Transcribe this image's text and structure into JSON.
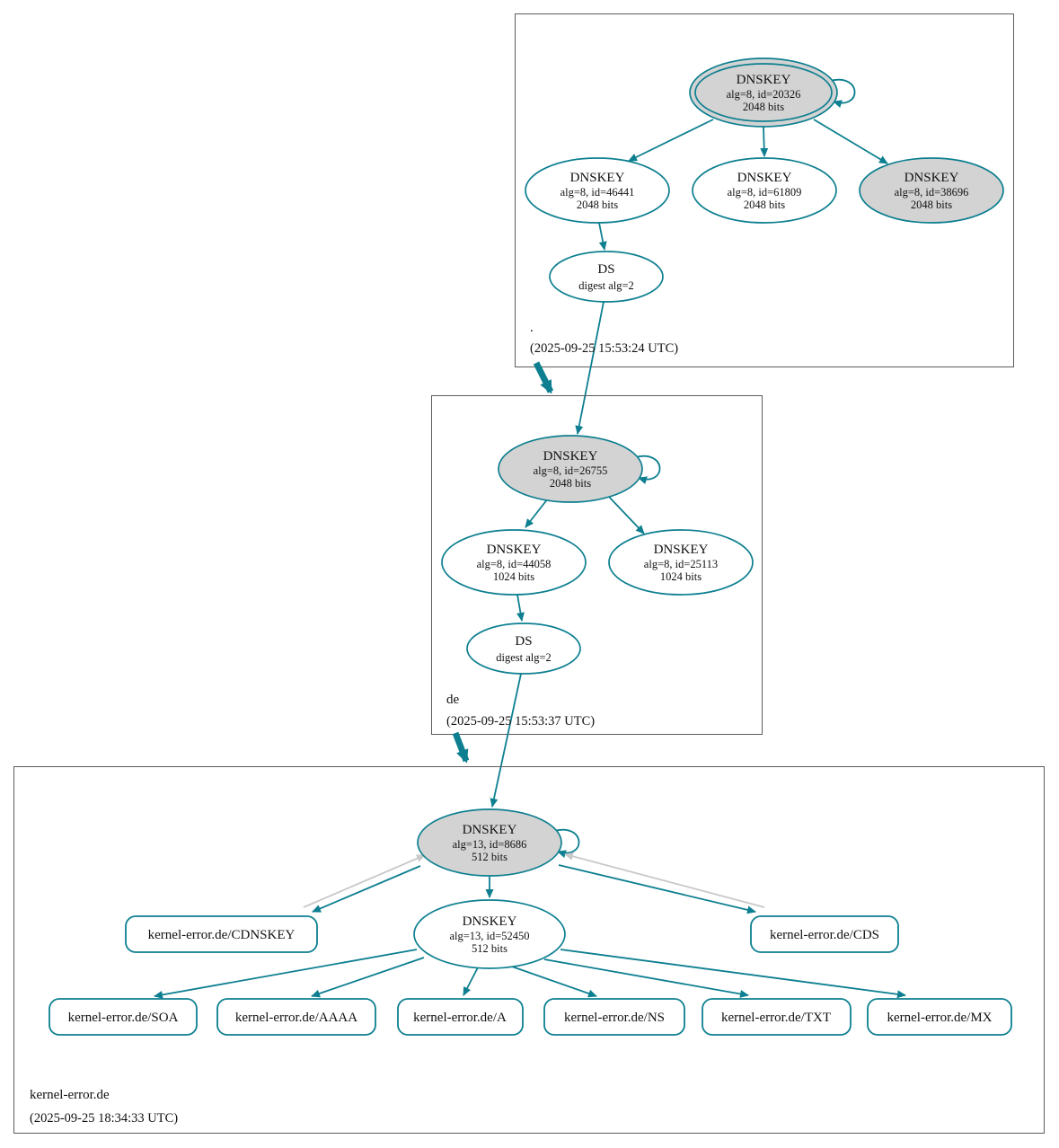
{
  "colors": {
    "accent": "#0d7f90",
    "node_fill_gray": "#d3d3d3",
    "gray_arrow": "#c9c9c9",
    "border": "#5c5c5c"
  },
  "zones": [
    {
      "label": ".",
      "timestamp": "(2025-09-25 15:53:24 UTC)",
      "ksk": {
        "title": "DNSKEY",
        "detail": "alg=8, id=20326",
        "bits": "2048 bits"
      },
      "keys": [
        {
          "title": "DNSKEY",
          "detail": "alg=8, id=46441",
          "bits": "2048 bits"
        },
        {
          "title": "DNSKEY",
          "detail": "alg=8, id=61809",
          "bits": "2048 bits"
        },
        {
          "title": "DNSKEY",
          "detail": "alg=8, id=38696",
          "bits": "2048 bits"
        }
      ],
      "ds": {
        "title": "DS",
        "detail": "digest alg=2"
      }
    },
    {
      "label": "de",
      "timestamp": "(2025-09-25 15:53:37 UTC)",
      "ksk": {
        "title": "DNSKEY",
        "detail": "alg=8, id=26755",
        "bits": "2048 bits"
      },
      "keys": [
        {
          "title": "DNSKEY",
          "detail": "alg=8, id=44058",
          "bits": "1024 bits"
        },
        {
          "title": "DNSKEY",
          "detail": "alg=8, id=25113",
          "bits": "1024 bits"
        }
      ],
      "ds": {
        "title": "DS",
        "detail": "digest alg=2"
      }
    },
    {
      "label": "kernel-error.de",
      "timestamp": "(2025-09-25 18:34:33 UTC)",
      "ksk": {
        "title": "DNSKEY",
        "detail": "alg=13, id=8686",
        "bits": "512 bits"
      },
      "zsk": {
        "title": "DNSKEY",
        "detail": "alg=13, id=52450",
        "bits": "512 bits"
      },
      "cdnskey": "kernel-error.de/CDNSKEY",
      "cds": "kernel-error.de/CDS",
      "rrsets": [
        "kernel-error.de/SOA",
        "kernel-error.de/AAAA",
        "kernel-error.de/A",
        "kernel-error.de/NS",
        "kernel-error.de/TXT",
        "kernel-error.de/MX"
      ]
    }
  ]
}
